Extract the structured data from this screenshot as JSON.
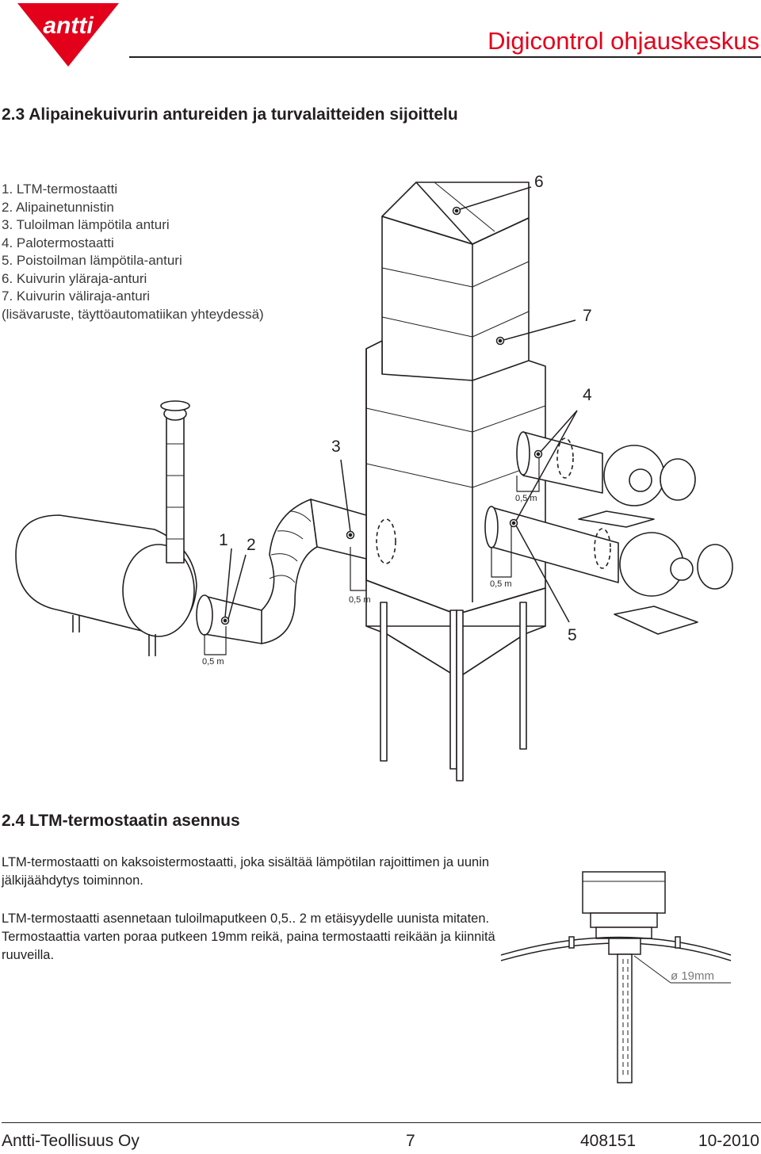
{
  "header": {
    "brand": "antti",
    "title": "Digicontrol ohjauskeskus",
    "brand_color": "#e3001b"
  },
  "section": {
    "heading": "2.3 Alipainekuivurin antureiden ja turvalaitteiden sijoittelu",
    "items": [
      "1. LTM-termostaatti",
      "2. Alipainetunnistin",
      "3. Tuloilman lämpötila anturi",
      "4. Palotermostaatti",
      "5. Poistoilman lämpötila-anturi",
      "6. Kuivurin yläraja-anturi",
      "7. Kuivurin väliraja-anturi",
      "(lisävaruste, täyttöautomatiikan yhteydessä)"
    ]
  },
  "diagram": {
    "callouts": [
      "1",
      "2",
      "3",
      "4",
      "5",
      "6",
      "7"
    ],
    "distance_label": "0,5 m"
  },
  "subsection": {
    "heading": "2.4 LTM-termostaatin asennus",
    "paragraphs": [
      "LTM-termostaatti on kaksoistermostaatti, joka sisältää lämpötilan rajoittimen ja uunin jälkijäähdytys toiminnon.",
      "LTM-termostaatti asennetaan tuloilmaputkeen 0,5.. 2 m etäisyydelle uunista mitaten. Termostaattia varten poraa putkeen 19mm reikä, paina termostaatti reikään ja kiinnitä ruuveilla."
    ],
    "hole_label": "ø 19mm"
  },
  "footer": {
    "company": "Antti-Teollisuus Oy",
    "page": "7",
    "doc_number": "408151",
    "date": "10-2010"
  }
}
